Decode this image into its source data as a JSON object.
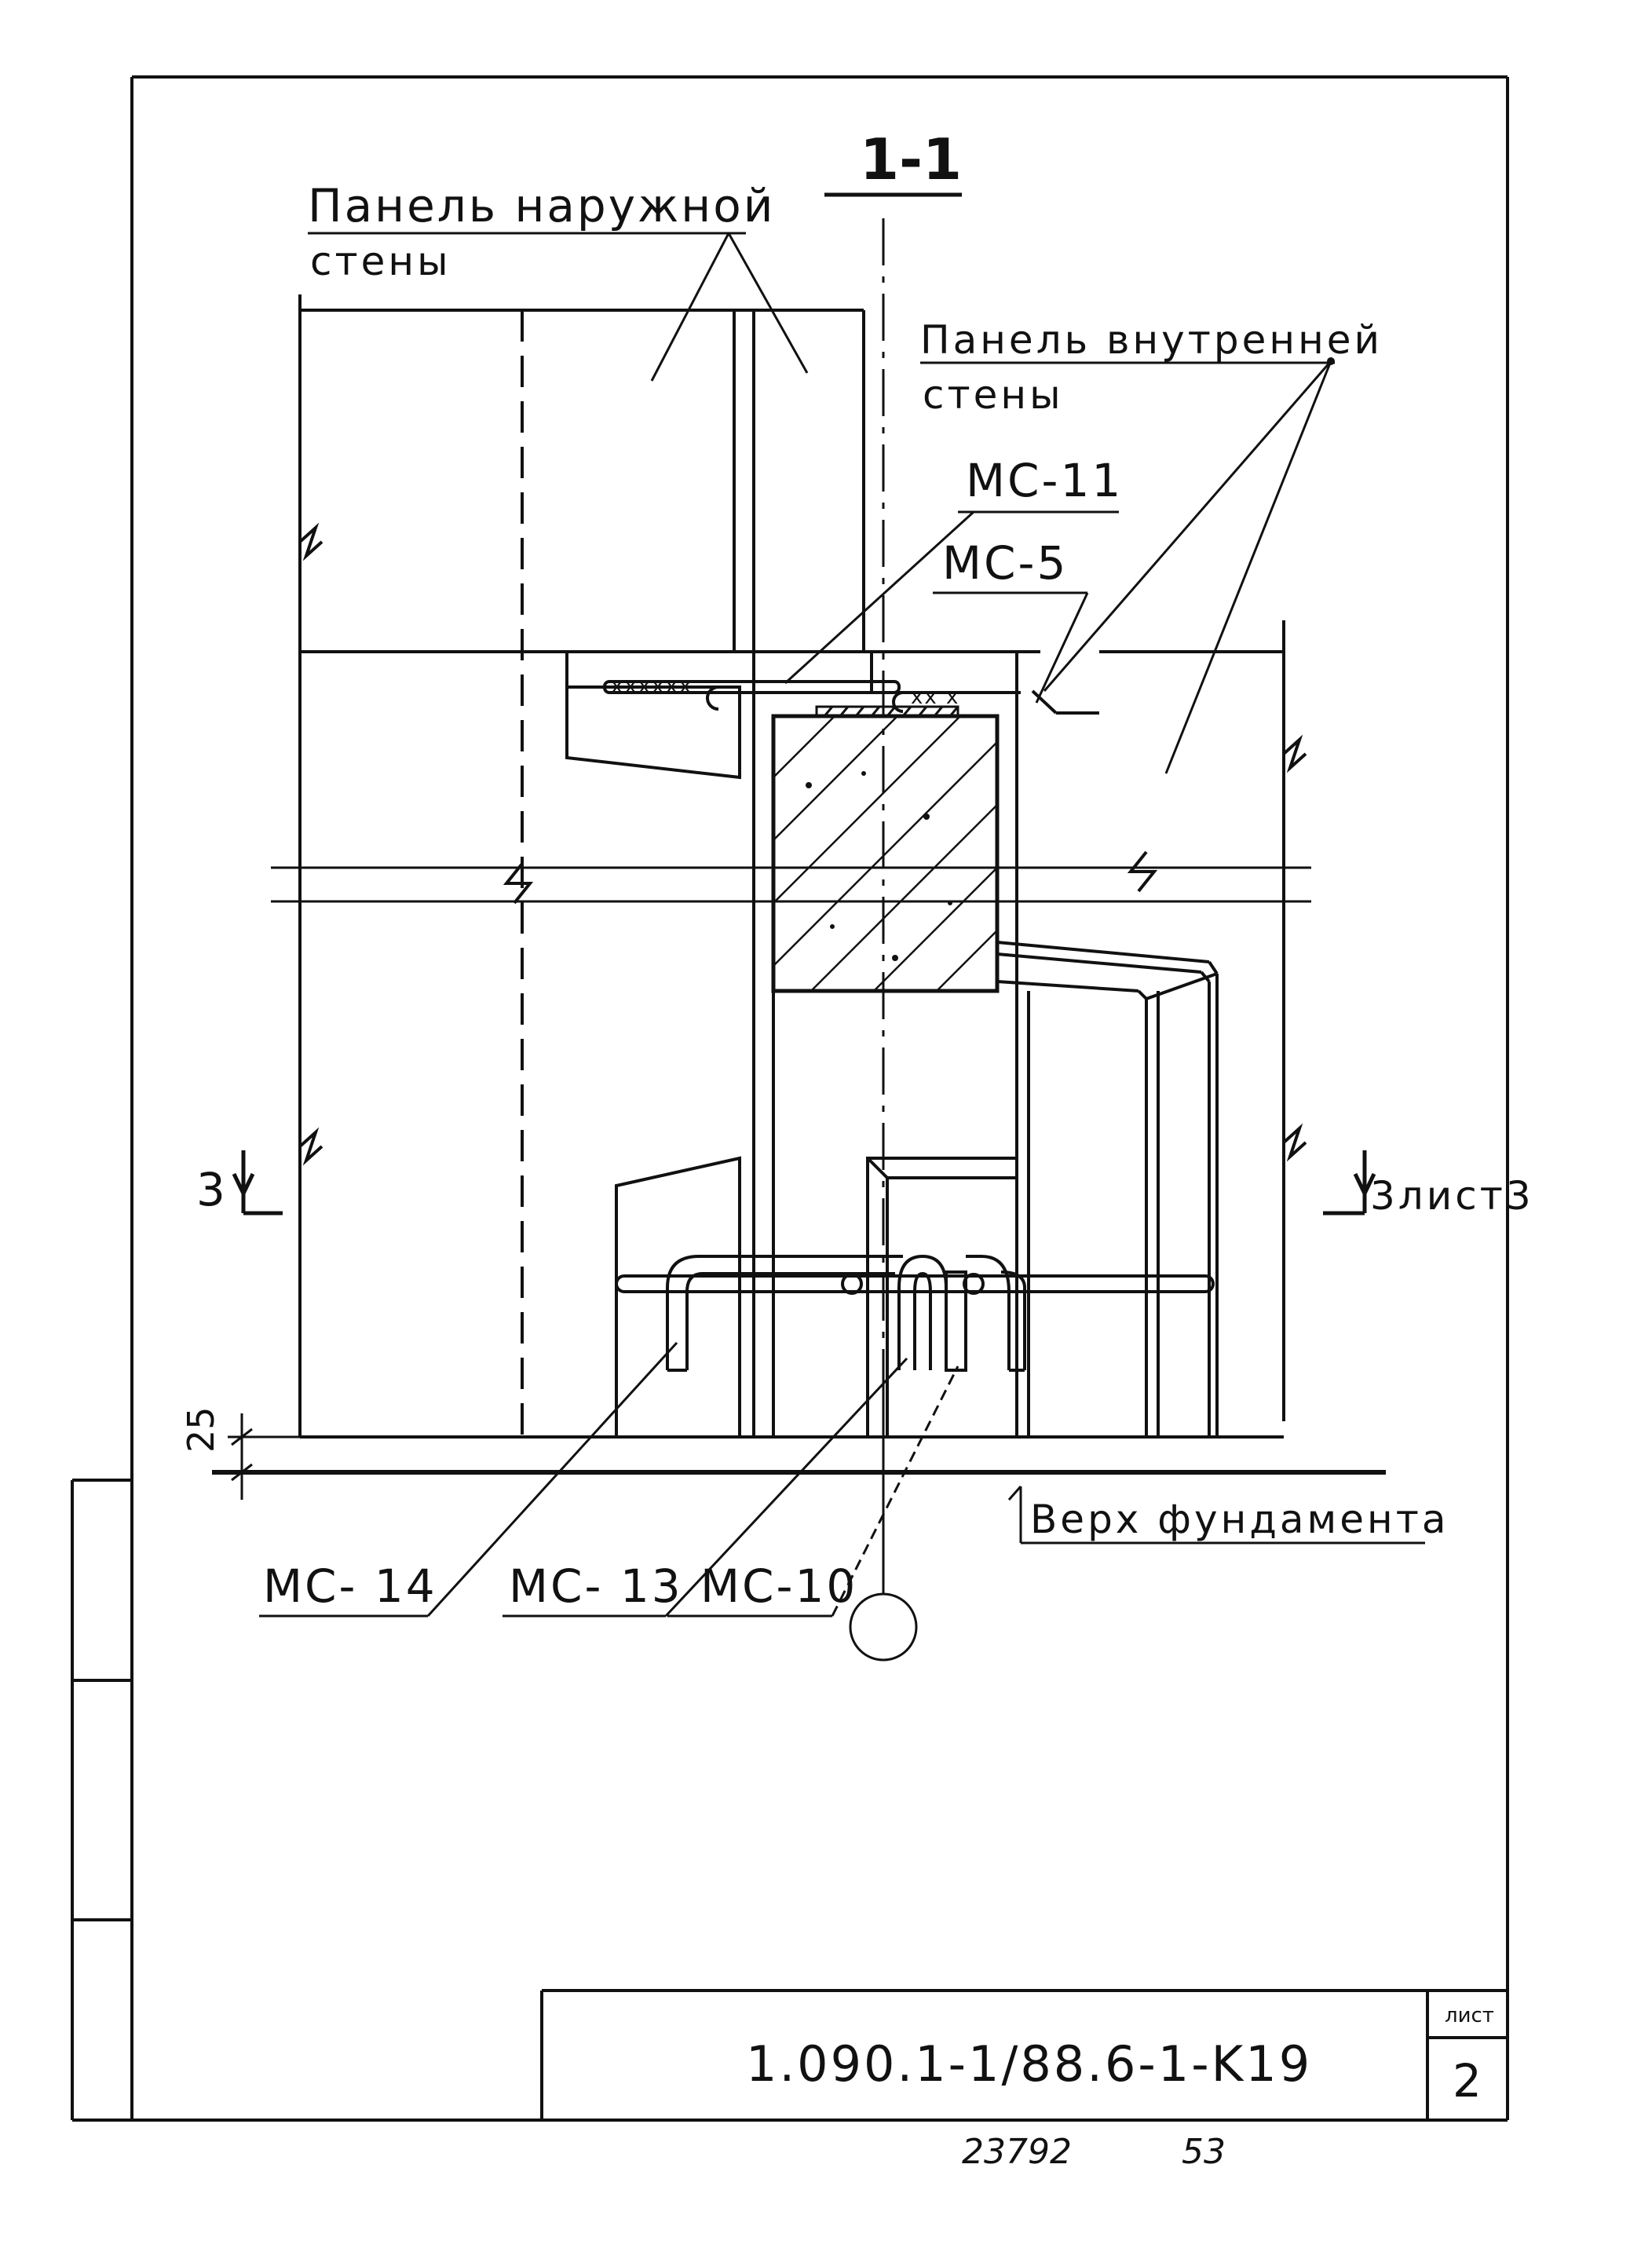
{
  "section": {
    "title": "1-1"
  },
  "labels": {
    "outer_panel_line1": "Панель наружной",
    "outer_panel_line2": "стены",
    "inner_panel_line1": "Панель внутренней",
    "inner_panel_line2": "стены",
    "mc11": "МС-11",
    "mc5": "МС-5",
    "mc14": "МС- 14",
    "mc13": "МС- 13",
    "mc10": "МС-10",
    "foundation_top": "Верх фундамента",
    "cut_left": "3",
    "cut_right": "3лист3",
    "dimension_25": "25",
    "hatch_marks_left": "xxxxxx",
    "hatch_marks_right": "xx x"
  },
  "title_block": {
    "code": "1.090.1-1/88.6-1-K19",
    "sheet_label": "лист",
    "sheet_number": "2"
  },
  "footer": {
    "doc_number": "23792",
    "page_number": "53"
  }
}
